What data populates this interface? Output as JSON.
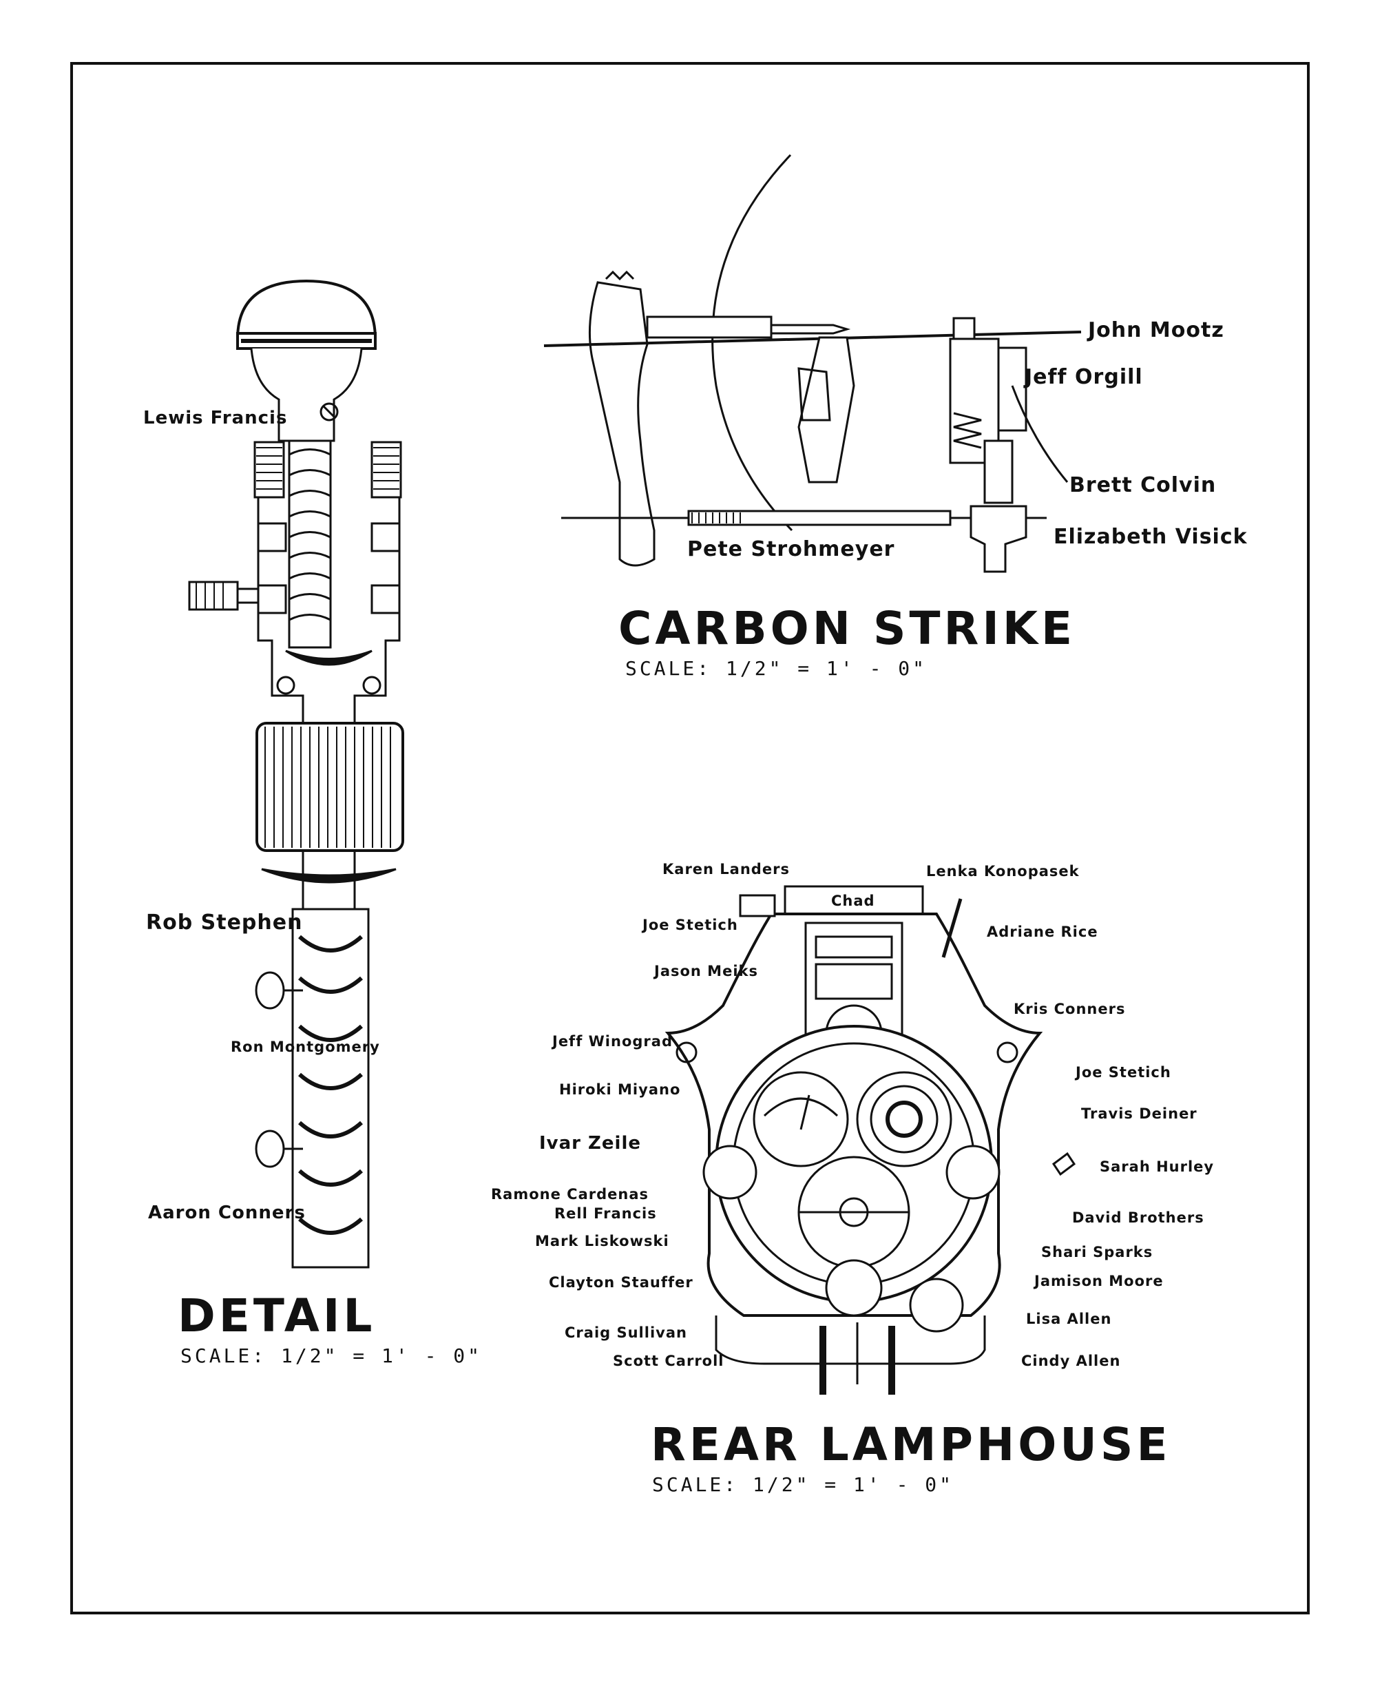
{
  "sections": {
    "detail": {
      "title": "DETAIL",
      "scale": "SCALE: 1/2\" = 1' - 0\"",
      "labels": [
        "Lewis Francis",
        "Rob Stephen",
        "Ron Montgomery",
        "Aaron Conners"
      ]
    },
    "carbon_strike": {
      "title": "CARBON STRIKE",
      "scale": "SCALE: 1/2\" = 1' - 0\"",
      "labels": [
        "John Mootz",
        "Jeff Orgill",
        "Brett Colvin",
        "Elizabeth Visick",
        "Pete Strohmeyer"
      ]
    },
    "rear_lamphouse": {
      "title": "REAR LAMPHOUSE",
      "scale": "SCALE: 1/2\" = 1' - 0\"",
      "labels": [
        "Karen Landers",
        "Lenka Konopasek",
        "Chad",
        "Joe Stetich",
        "Adriane Rice",
        "Jason Meiks",
        "Kris Conners",
        "Jeff Winograd",
        "Joe Stetich",
        "Hiroki Miyano",
        "Travis Deiner",
        "Ivar Zeile",
        "Sarah Hurley",
        "Ramone Cardenas",
        "Rell Francis",
        "David Brothers",
        "Mark Liskowski",
        "Shari Sparks",
        "Clayton Stauffer",
        "Jamison Moore",
        "Lisa Allen",
        "Craig Sullivan",
        "Scott Carroll",
        "Cindy Allen"
      ]
    }
  },
  "colors": {
    "ink": "#111111",
    "paper": "#ffffff"
  }
}
